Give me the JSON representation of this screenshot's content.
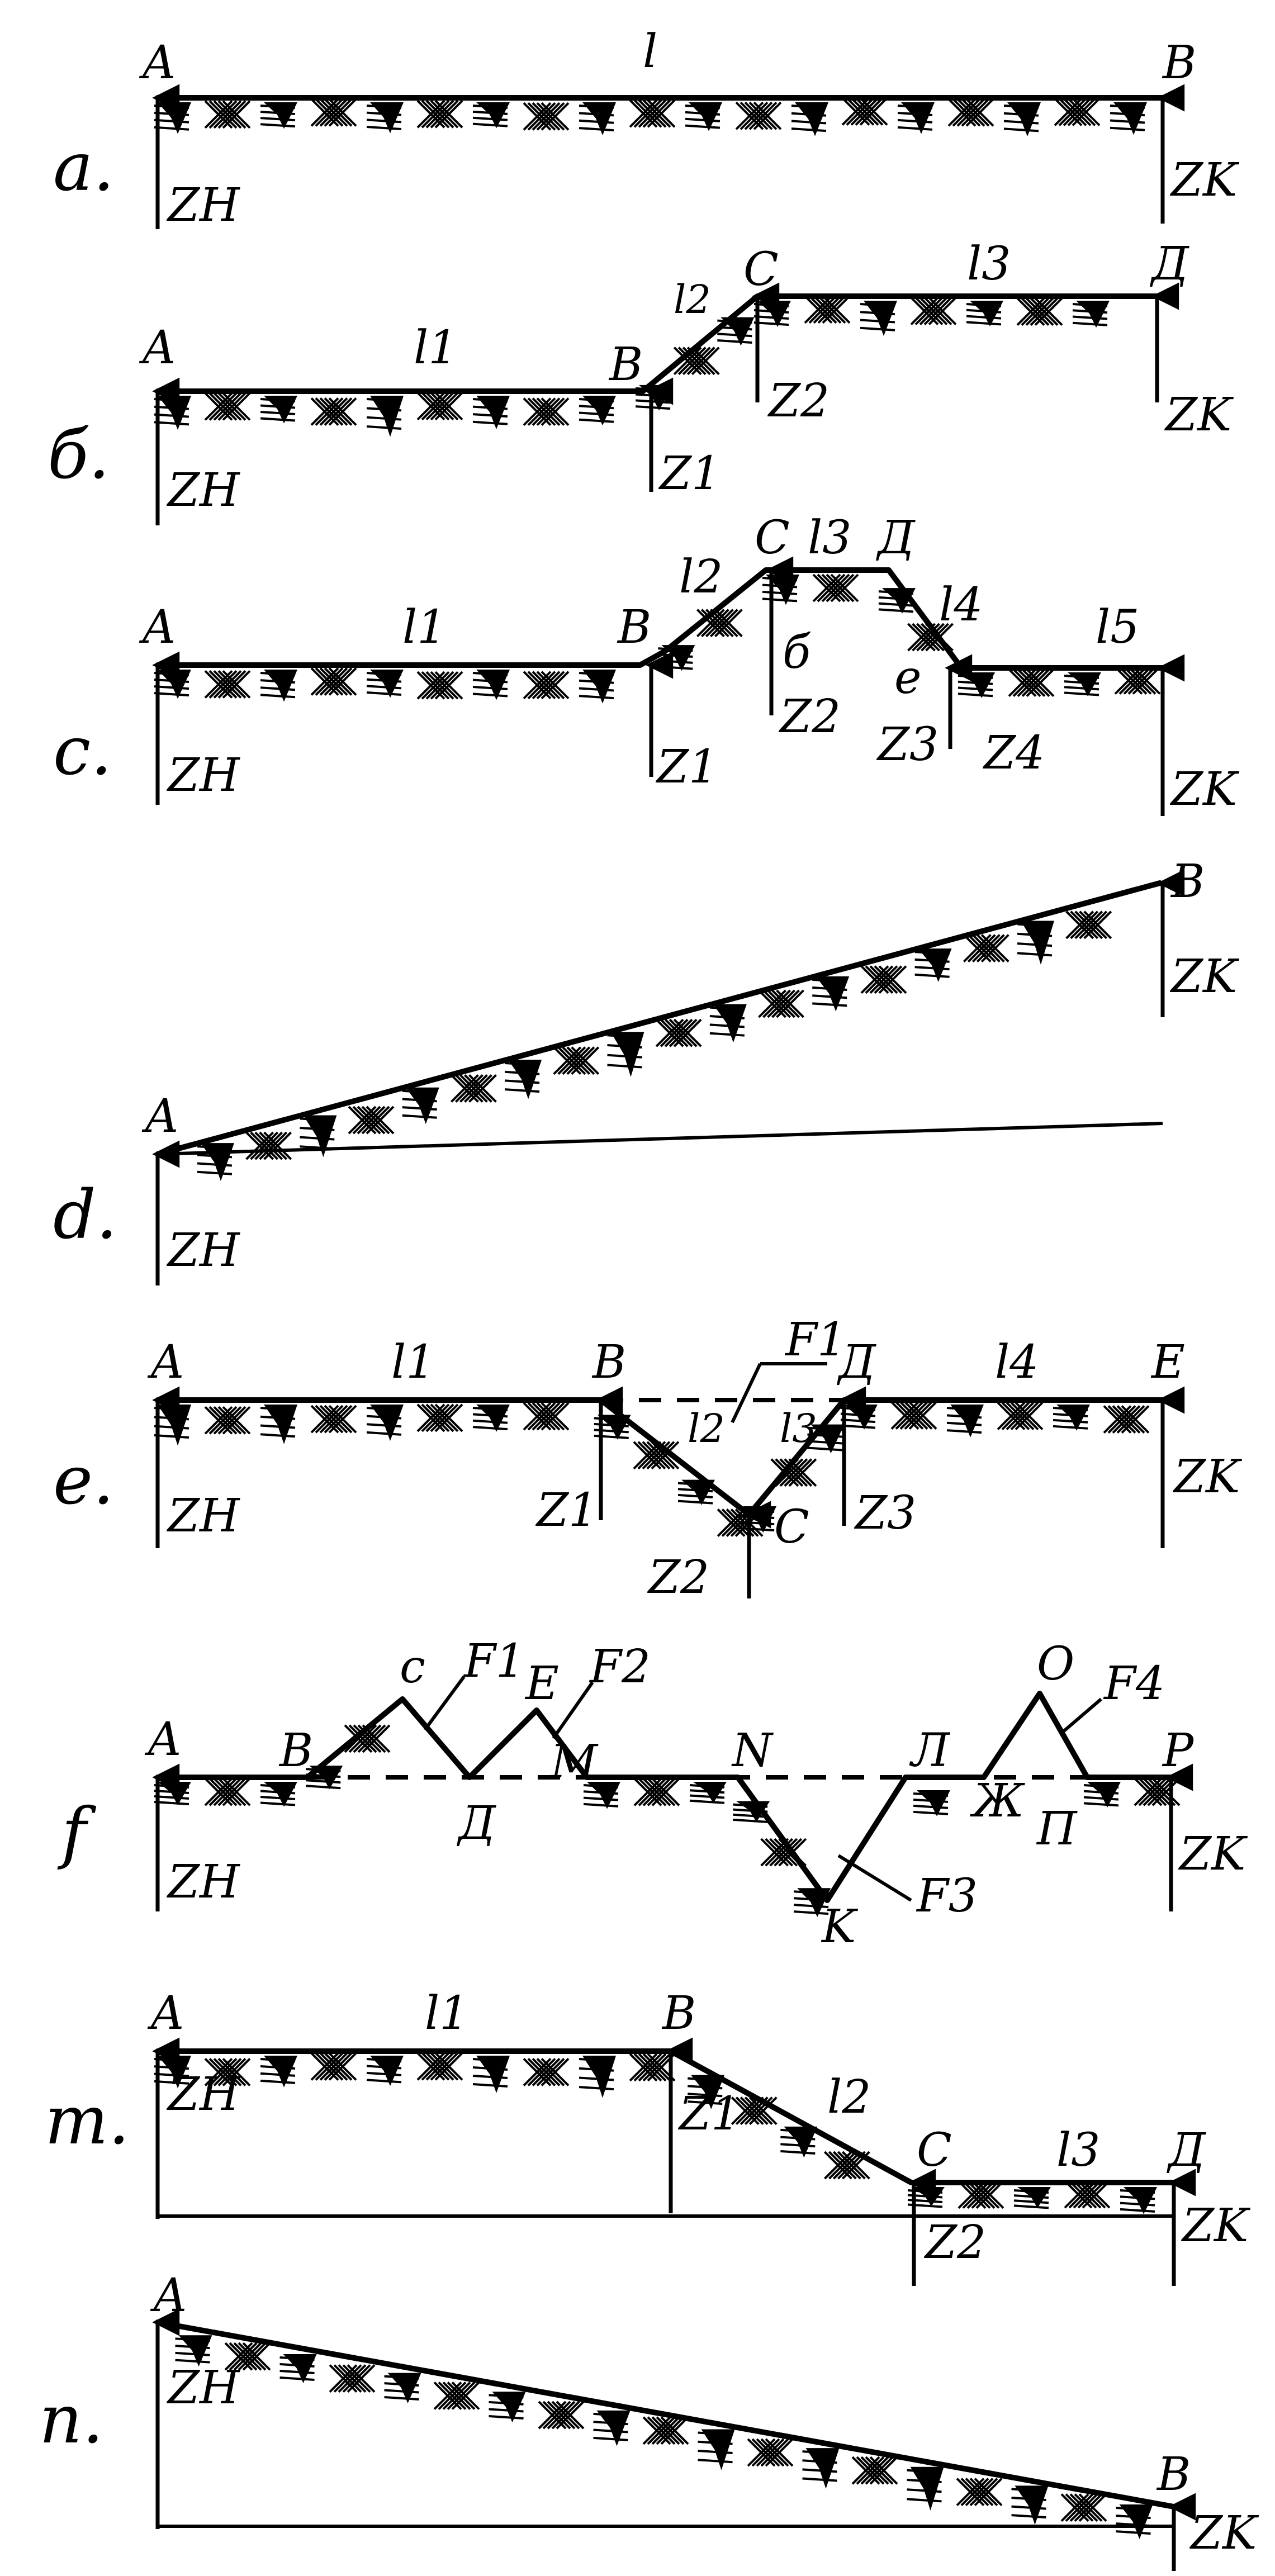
{
  "diagrams": [
    {
      "id": "a",
      "side_label": "a.",
      "points": [
        "A",
        "B"
      ],
      "segments": [
        "l"
      ],
      "z_labels": [
        "ZH",
        "ZK"
      ]
    },
    {
      "id": "b",
      "side_label": "б.",
      "points": [
        "A",
        "B",
        "C",
        "Д"
      ],
      "segments": [
        "l1",
        "l2",
        "l3"
      ],
      "z_labels": [
        "ZH",
        "Z1",
        "Z2",
        "ZK"
      ]
    },
    {
      "id": "c",
      "side_label": "c.",
      "points": [
        "A",
        "B",
        "C",
        "Д"
      ],
      "segments": [
        "l1",
        "l2",
        "l3",
        "l4",
        "l5"
      ],
      "extra_marks": [
        "б",
        "e"
      ],
      "z_labels": [
        "ZH",
        "Z1",
        "Z2",
        "Z3",
        "Z4",
        "ZK"
      ]
    },
    {
      "id": "d",
      "side_label": "d.",
      "points": [
        "A",
        "B"
      ],
      "z_labels": [
        "ZH",
        "ZK"
      ]
    },
    {
      "id": "e",
      "side_label": "e.",
      "points": [
        "A",
        "B",
        "C",
        "Д",
        "E"
      ],
      "segments": [
        "l1",
        "l2",
        "l3",
        "l4"
      ],
      "areas": [
        "F1"
      ],
      "z_labels": [
        "ZH",
        "Z1",
        "Z2",
        "Z3",
        "ZK"
      ]
    },
    {
      "id": "f",
      "side_label": "f",
      "points": [
        "A",
        "B",
        "c",
        "Д",
        "E",
        "M",
        "N",
        "K",
        "Л",
        "O",
        "П",
        "P"
      ],
      "areas": [
        "F1",
        "F2",
        "F3",
        "F4"
      ],
      "extra_marks": [
        "Ж"
      ],
      "z_labels": [
        "ZH",
        "ZK"
      ]
    },
    {
      "id": "m",
      "side_label": "m.",
      "points": [
        "A",
        "B",
        "C",
        "Д"
      ],
      "segments": [
        "l1",
        "l2",
        "l3"
      ],
      "z_labels": [
        "ZH",
        "Z1",
        "Z2",
        "ZK"
      ]
    },
    {
      "id": "n",
      "side_label": "n.",
      "points": [
        "A",
        "B"
      ],
      "z_labels": [
        "ZH",
        "ZK"
      ]
    }
  ]
}
